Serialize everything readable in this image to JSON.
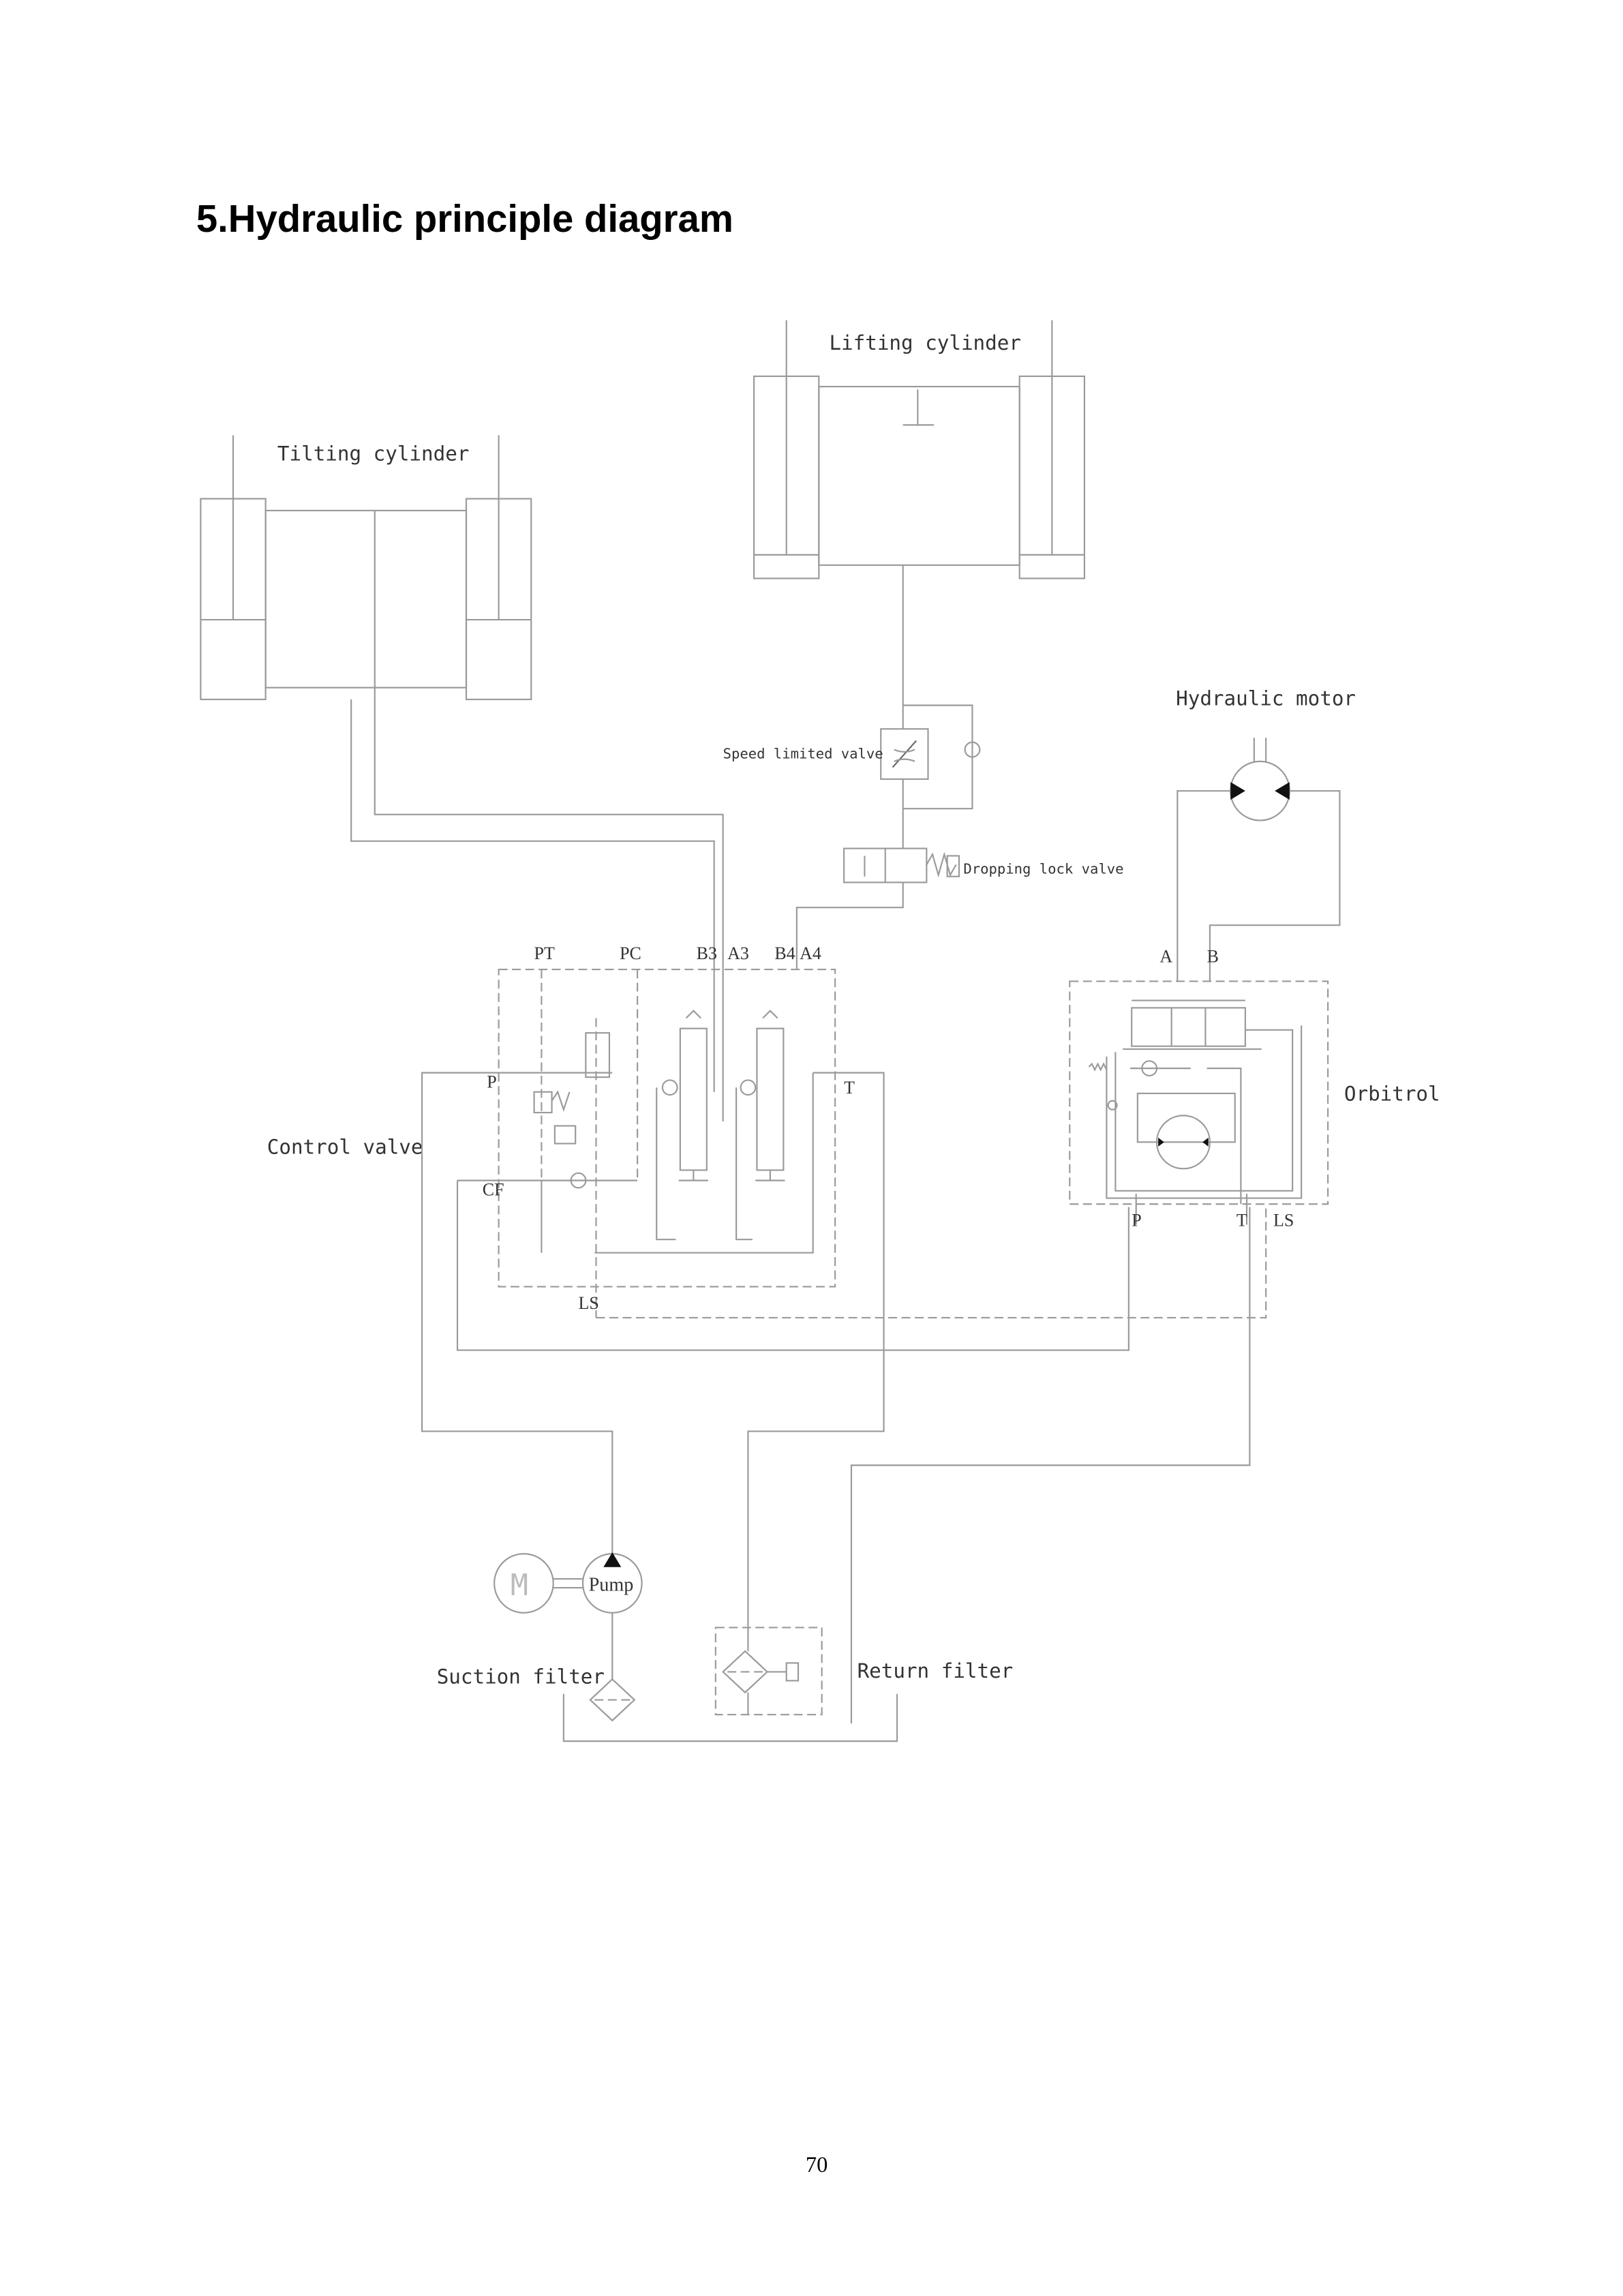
{
  "title": "5.Hydraulic principle diagram",
  "components": {
    "tilting_cylinder": "Tilting cylinder",
    "lifting_cylinder": "Lifting cylinder",
    "hydraulic_motor": "Hydraulic motor",
    "speed_limited_valve": "Speed limited valve",
    "dropping_lock_valve": "Dropping lock valve",
    "control_valve": "Control valve",
    "orbitrol": "Orbitrol",
    "pump": "Pump",
    "motor_symbol": "M",
    "suction_filter": "Suction filter",
    "return_filter": "Return filter"
  },
  "control_valve_ports": {
    "PT": "PT",
    "PC": "PC",
    "B3": "B3",
    "A3": "A3",
    "B4": "B4",
    "A4": "A4",
    "P": "P",
    "T": "T",
    "CF": "CF",
    "LS": "LS"
  },
  "orbitrol_ports": {
    "A": "A",
    "B": "B",
    "P": "P",
    "T": "T",
    "LS": "LS"
  },
  "page_number": "70"
}
